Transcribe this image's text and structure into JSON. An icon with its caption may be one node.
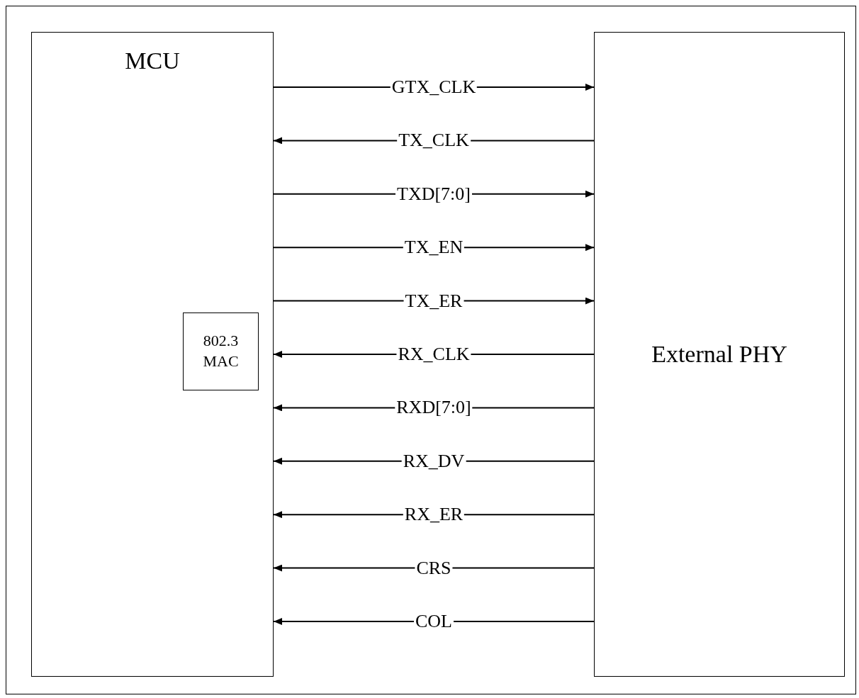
{
  "diagram": {
    "nodes": [
      {
        "text": [
          "MCU"
        ]
      },
      {
        "text": [
          "802.3 MAC"
        ],
        "in": 0
      },
      {
        "text": [
          "External PHY"
        ]
      }
    ],
    "edges": [
      {
        "from": 0,
        "to": 2,
        "arrow": "to",
        "label": "GTX_CLK"
      },
      {
        "from": 2,
        "to": 0,
        "arrow": "to",
        "label": "TX_CLK"
      },
      {
        "from": 0,
        "to": 2,
        "arrow": "to",
        "label": "TXD[7:0]"
      },
      {
        "from": 0,
        "to": 2,
        "arrow": "to",
        "label": "TX_EN"
      },
      {
        "from": 0,
        "to": 2,
        "arrow": "to",
        "label": "TX_ER"
      },
      {
        "from": 2,
        "to": 0,
        "arrow": "to",
        "label": "RX_CLK"
      },
      {
        "from": 2,
        "to": 0,
        "arrow": "to",
        "label": "RXD[7:0]"
      },
      {
        "from": 2,
        "to": 0,
        "arrow": "to",
        "label": "RX_DV"
      },
      {
        "from": 2,
        "to": 0,
        "arrow": "to",
        "label": "RX_ER"
      },
      {
        "from": 2,
        "to": 0,
        "arrow": "to",
        "label": "CRS"
      },
      {
        "from": 2,
        "to": 0,
        "arrow": "to",
        "label": "COL"
      }
    ]
  }
}
